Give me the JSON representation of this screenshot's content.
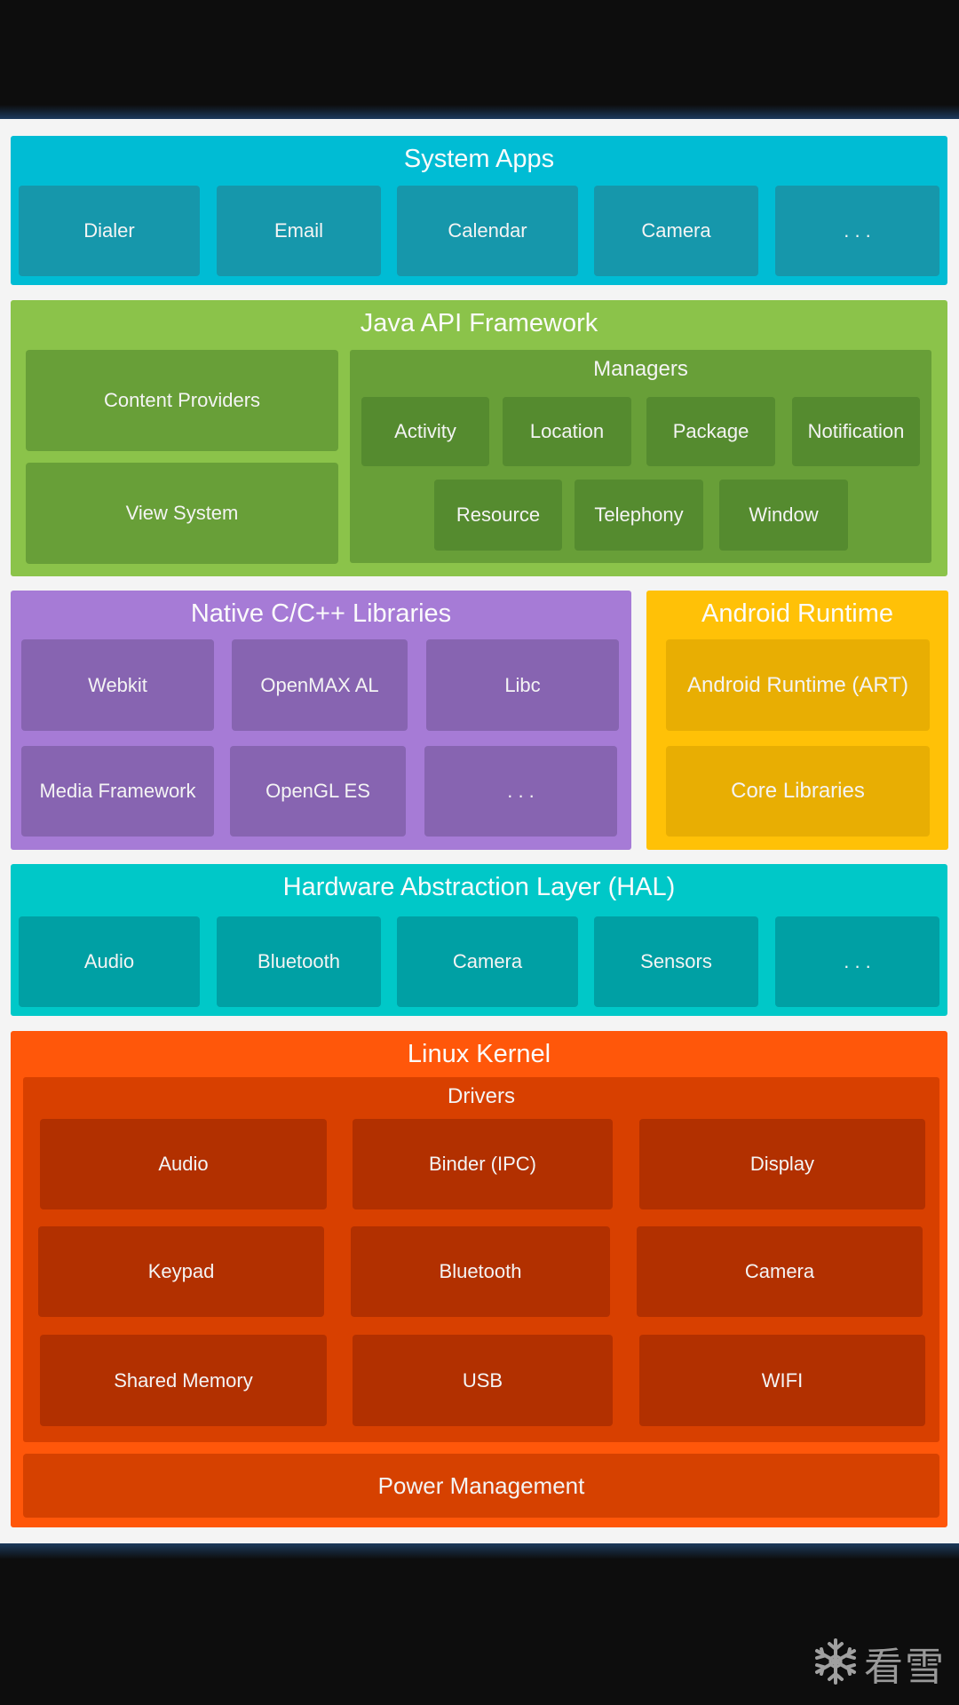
{
  "diagram": {
    "system_apps": {
      "title": "System Apps",
      "items": [
        "Dialer",
        "Email",
        "Calendar",
        "Camera",
        ". . ."
      ]
    },
    "java_api_framework": {
      "title": "Java API Framework",
      "left_items": [
        "Content Providers",
        "View System"
      ],
      "managers": {
        "title": "Managers",
        "row1": [
          "Activity",
          "Location",
          "Package",
          "Notification"
        ],
        "row2": [
          "Resource",
          "Telephony",
          "Window"
        ]
      }
    },
    "native_libraries": {
      "title": "Native C/C++ Libraries",
      "row1": [
        "Webkit",
        "OpenMAX AL",
        "Libc"
      ],
      "row2": [
        "Media Framework",
        "OpenGL ES",
        ". . ."
      ]
    },
    "android_runtime": {
      "title": "Android Runtime",
      "items": [
        "Android Runtime (ART)",
        "Core Libraries"
      ]
    },
    "hal": {
      "title": "Hardware Abstraction Layer (HAL)",
      "items": [
        "Audio",
        "Bluetooth",
        "Camera",
        "Sensors",
        ". . ."
      ]
    },
    "linux_kernel": {
      "title": "Linux Kernel",
      "drivers": {
        "title": "Drivers",
        "row1": [
          "Audio",
          "Binder (IPC)",
          "Display"
        ],
        "row2": [
          "Keypad",
          "Bluetooth",
          "Camera"
        ],
        "row3": [
          "Shared Memory",
          "USB",
          "WIFI"
        ]
      },
      "power_management": "Power Management"
    }
  },
  "colors": {
    "system_apps": "#00bcd4",
    "java_api_framework": "#8bc34a",
    "native_libraries": "#a67bd6",
    "android_runtime": "#ffc107",
    "hal": "#00c8c8",
    "linux_kernel": "#ff570a"
  },
  "watermark": {
    "icon": "snowflake-icon",
    "text": "看雪"
  }
}
